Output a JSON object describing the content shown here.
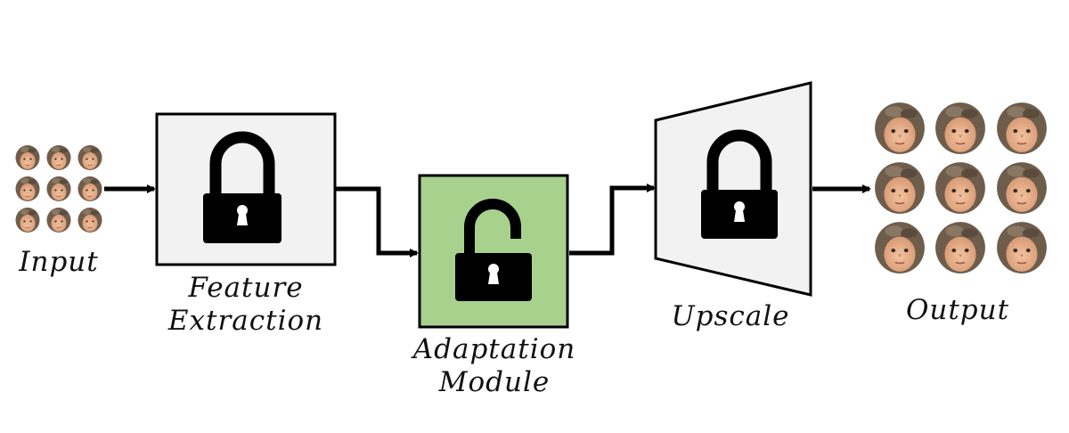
{
  "labels": {
    "input": "Input",
    "feature_1": "Feature",
    "feature_2": "Extraction",
    "adaptation_1": "Adaptation",
    "adaptation_2": "Module",
    "upscale": "Upscale",
    "output": "Output"
  },
  "colors": {
    "frozen_fill": "#f2f2f2",
    "trainable_fill": "#a9d18e",
    "stroke": "#000000",
    "lock": "#000000"
  },
  "icons": {
    "locked": "lock-icon",
    "unlocked": "unlock-icon"
  }
}
